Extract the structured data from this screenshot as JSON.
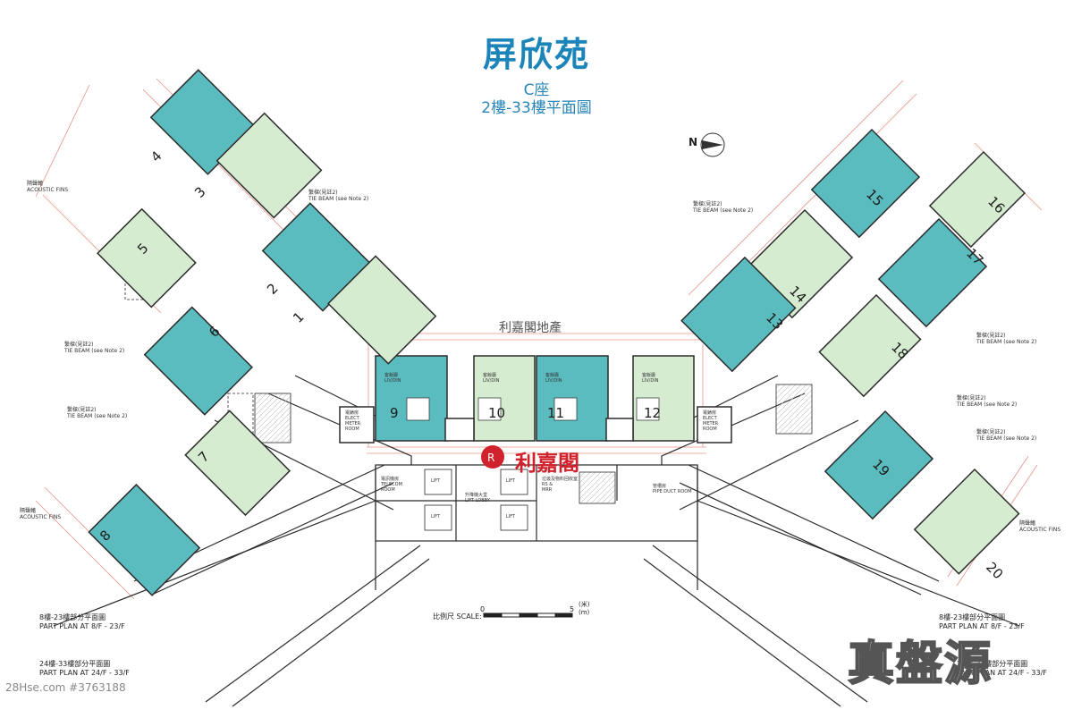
{
  "header": {
    "title": "屏欣苑",
    "block": "C座",
    "floors": "2樓-33樓平面圖"
  },
  "agent_label": "利嘉閣地產",
  "brand_center": "利嘉閣",
  "north_label": "N",
  "flats": [
    "1",
    "2",
    "3",
    "4",
    "5",
    "6",
    "7",
    "8",
    "9",
    "10",
    "11",
    "12",
    "13",
    "14",
    "15",
    "16",
    "17",
    "18",
    "19",
    "20"
  ],
  "notes": {
    "acoustic_fins": "隔聲鰭\nACOUSTIC FINS",
    "tie_beam": "繫樑(見註2)\nTIE BEAM (see Note 2)"
  },
  "rooms": {
    "elect_meter": "電錶房\nELECT\nMETER\nROOM",
    "telecom": "電訊機房\nTELECOM\nROOM",
    "lift_lobby": "升降機大堂\nLIFT LOBBY",
    "lift": "LIFT",
    "rs_mrr": "垃圾及物料回收室\nRS &\nMRR",
    "pipe_duct": "管槽房\nPIPE DUCT ROOM",
    "livdin": "客飯廳\nLIV/DIN"
  },
  "plans": {
    "left_part_8_23": "8樓-23樓部分平面圖\nPART PLAN AT 8/F - 23/F",
    "left_part_24_33": "24樓-33樓部分平面圖\nPART PLAN AT 24/F - 33/F",
    "right_part_8_23": "8樓-23樓部分平面圖\nPART PLAN AT 8/F - 23/F",
    "right_part_24_33": "24樓-33樓部分平面圖\nPART PLAN AT 24/F - 33/F"
  },
  "scale": {
    "label": "比例尺 SCALE:",
    "zero": "0",
    "five": "5",
    "unit": "(米)\n(m)"
  },
  "watermark": "28Hse.com #3763188",
  "brand": "真盤源",
  "colors": {
    "teal": "#5bbcbf",
    "green": "#d6ecd1",
    "line": "#2b2b2b",
    "dim": "#e07a6a",
    "title": "#1b84b8"
  }
}
